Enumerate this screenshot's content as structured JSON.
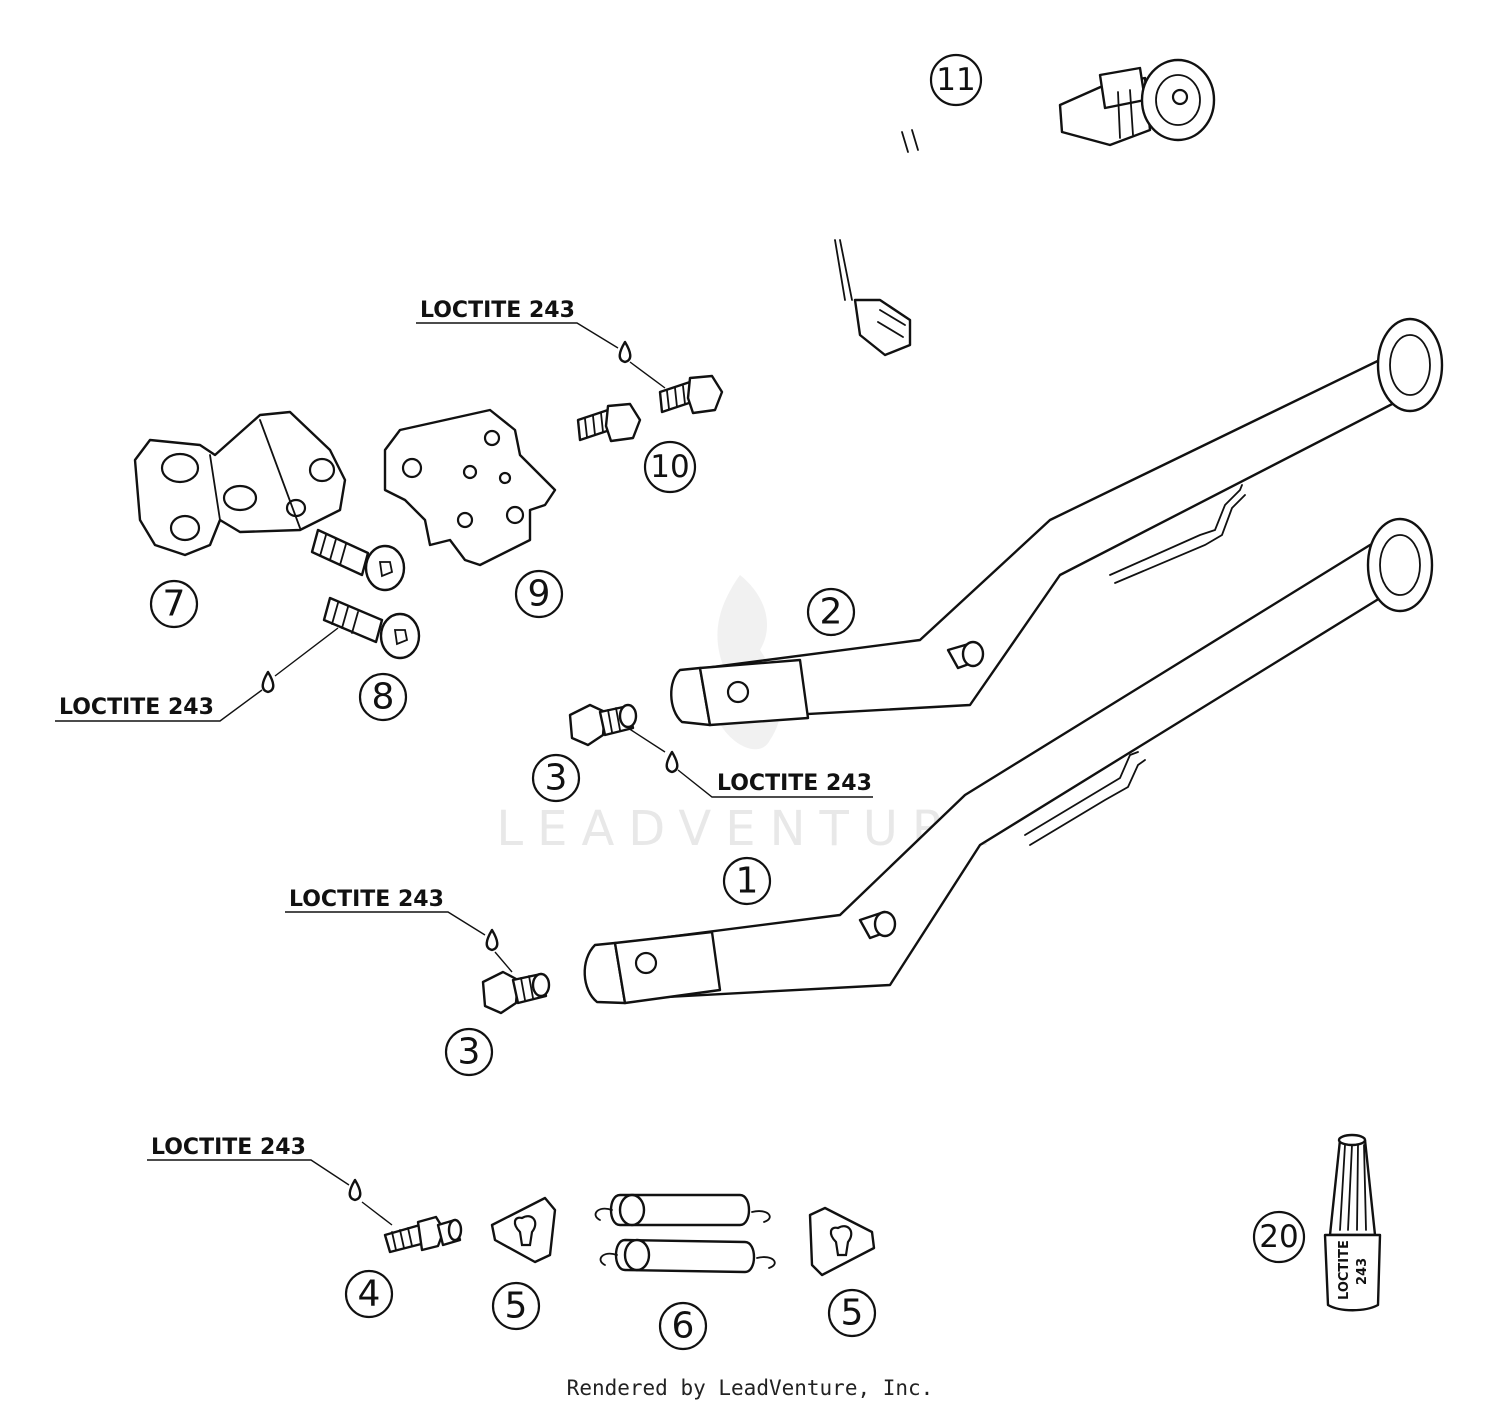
{
  "watermark": "LEADVENTURE",
  "footer": "Rendered by LeadVenture, Inc.",
  "callouts": {
    "c1": "1",
    "c2": "2",
    "c3a": "3",
    "c3b": "3",
    "c4": "4",
    "c5a": "5",
    "c5b": "5",
    "c6": "6",
    "c7": "7",
    "c8": "8",
    "c9": "9",
    "c10": "10",
    "c11": "11",
    "c20": "20"
  },
  "loctite_labels": {
    "top": "LOCTITE 243",
    "left": "LOCTITE 243",
    "middle": "LOCTITE 243",
    "lower": "LOCTITE 243",
    "bottom": "LOCTITE 243"
  },
  "bottle": {
    "label_line1": "LOCTITE",
    "label_line2": "243"
  }
}
